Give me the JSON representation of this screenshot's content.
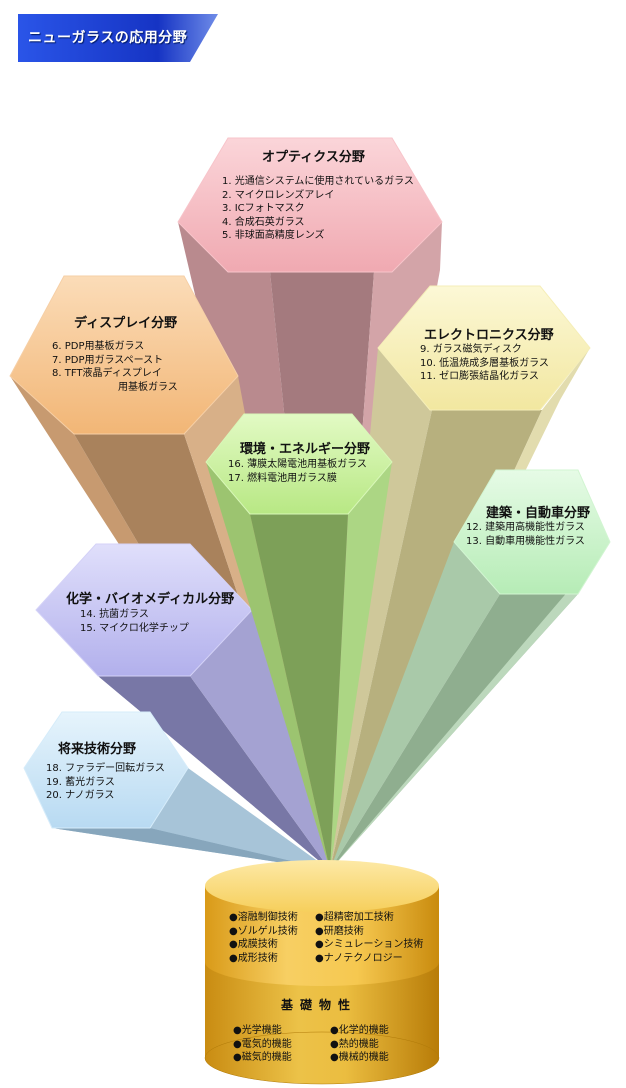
{
  "header": {
    "title": "ニューガラスの応用分野"
  },
  "fields": {
    "optics": {
      "title": "オプティクス分野",
      "items": [
        "1. 光通信システムに使用されているガラス",
        "2. マイクロレンズアレイ",
        "3. ICフォトマスク",
        "4. 合成石英ガラス",
        "5. 非球面高精度レンズ"
      ]
    },
    "display": {
      "title": "ディスプレイ分野",
      "items": [
        "6. PDP用基板ガラス",
        "7. PDP用ガラスペースト",
        "8. TFT液晶ディスプレイ",
        "用基板ガラス"
      ]
    },
    "electronics": {
      "title": "エレクトロニクス分野",
      "items": [
        "9.  ガラス磁気ディスク",
        "10.  低温焼成多層基板ガラス",
        "11.  ゼロ膨張結晶化ガラス"
      ]
    },
    "energy": {
      "title": "環境・エネルギー分野",
      "items": [
        "16. 薄膜太陽電池用基板ガラス",
        "17. 燃料電池用ガラス膜"
      ]
    },
    "construction": {
      "title": "建築・自動車分野",
      "items": [
        "12.  建築用高機能性ガラス",
        "13.  自動車用機能性ガラス"
      ]
    },
    "biomedical": {
      "title": "化学・バイオメディカル分野",
      "items": [
        "14. 抗菌ガラス",
        "15. マイクロ化学チップ"
      ]
    },
    "future": {
      "title": "将来技術分野",
      "items": [
        "18. ファラデー回転ガラス",
        "19. 蓄光ガラス",
        "20. ナノガラス"
      ]
    }
  },
  "base": {
    "technologies_left": [
      "●溶融制御技術",
      "●ゾルゲル技術",
      "●成膜技術",
      "●成形技術"
    ],
    "technologies_right": [
      "●超精密加工技術",
      "●研磨技術",
      "●シミュレーション技術",
      "●ナノテクノロジー"
    ],
    "properties_title": "基礎物性",
    "properties_left": [
      "●光学機能",
      "●電気的機能",
      "●磁気的機能"
    ],
    "properties_right": [
      "●化学的機能",
      "●熱的機能",
      "●機械的機能"
    ]
  },
  "colors": {
    "banner": "#1a3fd1",
    "optics": "#f4b8bf",
    "display": "#f6c795",
    "electronics": "#f8f0b8",
    "energy": "#c9f19a",
    "construction": "#c8f2c8",
    "biomedical": "#c6c4f2",
    "future": "#c8e4f6",
    "base": "#f5c650"
  }
}
